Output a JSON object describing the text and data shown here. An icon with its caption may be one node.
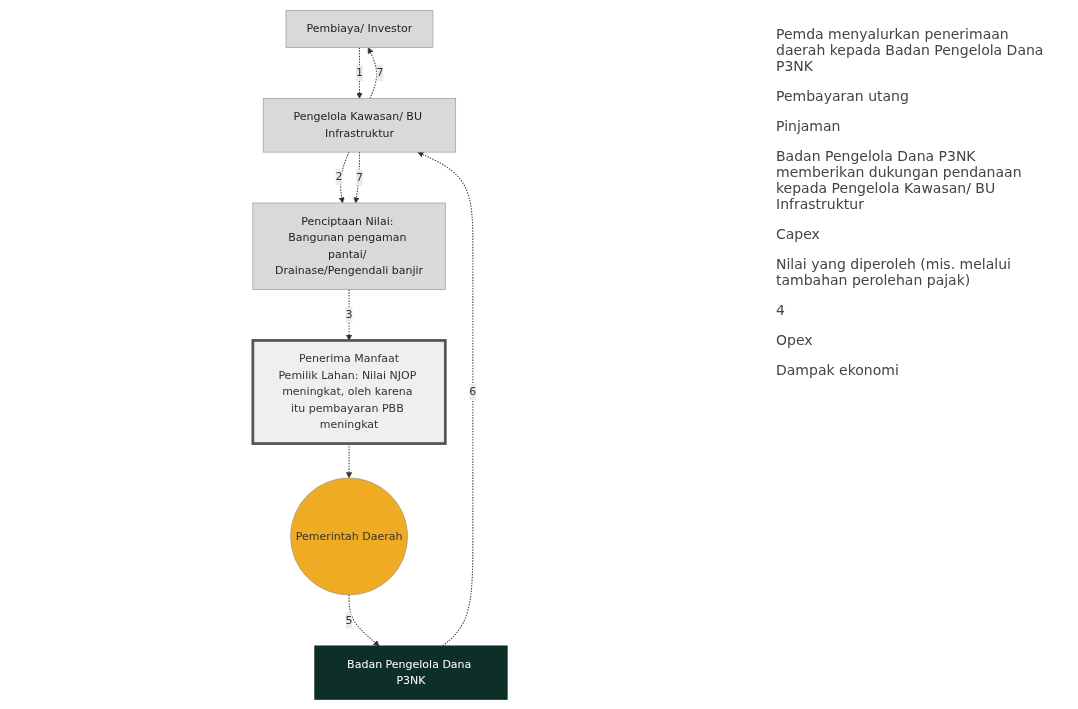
{
  "diagram": {
    "nodes": [
      {
        "text": [
          "Pembiaya/ Investor"
        ]
      },
      {
        "text": [
          "Pemerintah Daerah"
        ]
      },
      {
        "text": [
          "Badan Pengelola Dana P3NK"
        ]
      },
      {
        "text": [
          "Pengelola Kawasan/ BU Infrastruktur"
        ]
      },
      {
        "text": [
          "Penerima Manfaat",
          "Pemilik Lahan: Nilai NJOP meningkat, oleh karena itu pembayaran PBB meningkat"
        ]
      },
      {
        "text": [
          "Penciptaan Nilai: Bangunan pengaman pantai/ Drainase/Pengendali banjir"
        ]
      }
    ],
    "edges": [
      {
        "from": 3,
        "to": 0,
        "arrow": "to",
        "label": "7",
        "style": "dashed"
      },
      {
        "from": 0,
        "to": 3,
        "arrow": "to",
        "label": "1",
        "style": "dashed"
      },
      {
        "from": 1,
        "to": 2,
        "arrow": "to",
        "label": "5",
        "style": "dashed"
      },
      {
        "from": 2,
        "to": 3,
        "arrow": "to",
        "label": "6",
        "style": "dashed"
      },
      {
        "from": 3,
        "to": 5,
        "arrow": "to",
        "label": "2",
        "style": "dashed"
      },
      {
        "from": 3,
        "to": 5,
        "arrow": "to",
        "label": "7",
        "style": "dashed"
      },
      {
        "from": 5,
        "to": 4,
        "arrow": "to",
        "label": "3",
        "style": "dashed"
      },
      {
        "from": 4,
        "to": 1,
        "arrow": "to",
        "style": "dashed"
      }
    ],
    "labels": [
      "Pemda menyalurkan penerimaan daerah kepada Badan Pengelola Dana P3NK",
      "Pembayaran utang",
      "Pinjaman",
      "Badan Pengelola Dana P3NK memberikan dukungan pendanaan kepada Pengelola Kawasan/ BU Infrastruktur",
      "Capex",
      "Nilai yang diperoleh (mis. melalui tambahan perolehan pajak)",
      "4",
      "Opex",
      "Dampak ekonomi"
    ]
  }
}
